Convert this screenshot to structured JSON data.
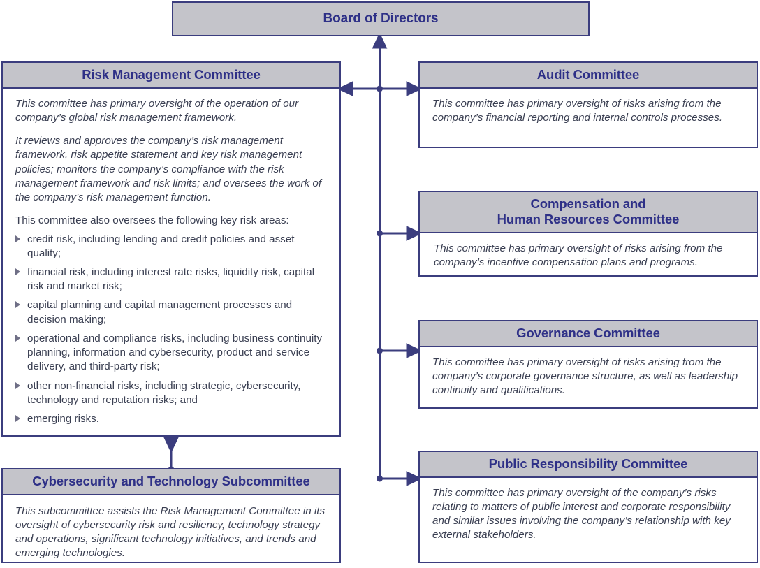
{
  "theme": {
    "header_fill": "#c4c4ca",
    "border_color": "#3b3d7e",
    "header_text_color": "#2e3087",
    "body_text_color": "#3a3f52",
    "connector_color": "#3b3d7e",
    "bullet_color": "#6f6f86",
    "page_background": "#ffffff"
  },
  "board": {
    "title": "Board of Directors"
  },
  "risk_management_committee": {
    "title": "Risk Management Committee",
    "paragraphs": [
      "This committee has primary oversight of the operation of our company’s global risk management framework.",
      "It reviews and approves the company’s risk management framework, risk appetite statement and key risk management policies; monitors the company’s compliance with the risk management framework and risk limits; and oversees the work of the company’s risk management function."
    ],
    "list_lead": "This committee also oversees the following key risk areas:",
    "risk_areas": [
      "credit risk, including lending and credit policies and asset quality;",
      "financial risk, including interest rate risks, liquidity risk, capital risk and market risk;",
      "capital planning and capital management processes and decision making;",
      "operational and compliance risks, including business continuity planning, information and cybersecurity, product and service delivery, and third-party risk;",
      "other non-financial risks, including strategic, cybersecurity, technology and reputation risks; and",
      "emerging risks."
    ]
  },
  "cybersecurity_subcommittee": {
    "title": "Cybersecurity and Technology Subcommittee",
    "paragraphs": [
      "This subcommittee assists the Risk Management Committee in its oversight of cybersecurity risk and resiliency, technology strategy and operations, significant technology initiatives, and trends and emerging technologies."
    ]
  },
  "audit_committee": {
    "title": "Audit Committee",
    "paragraphs": [
      "This committee has primary oversight of risks arising from the company’s financial reporting and internal controls processes."
    ]
  },
  "compensation_committee": {
    "title_line1": "Compensation and",
    "title_line2": "Human Resources Committee",
    "paragraphs": [
      "This committee has primary oversight of risks arising from the company’s incentive compensation plans and programs."
    ]
  },
  "governance_committee": {
    "title": "Governance Committee",
    "paragraphs": [
      "This committee has primary oversight of risks arising from the company’s corporate governance structure, as well as leadership continuity and qualifications."
    ]
  },
  "public_responsibility_committee": {
    "title": "Public Responsibility Committee",
    "paragraphs": [
      "This committee has primary oversight of the company’s risks relating to matters of public interest and corporate responsibility and similar issues involving the company’s relationship with key external stakeholders."
    ]
  }
}
